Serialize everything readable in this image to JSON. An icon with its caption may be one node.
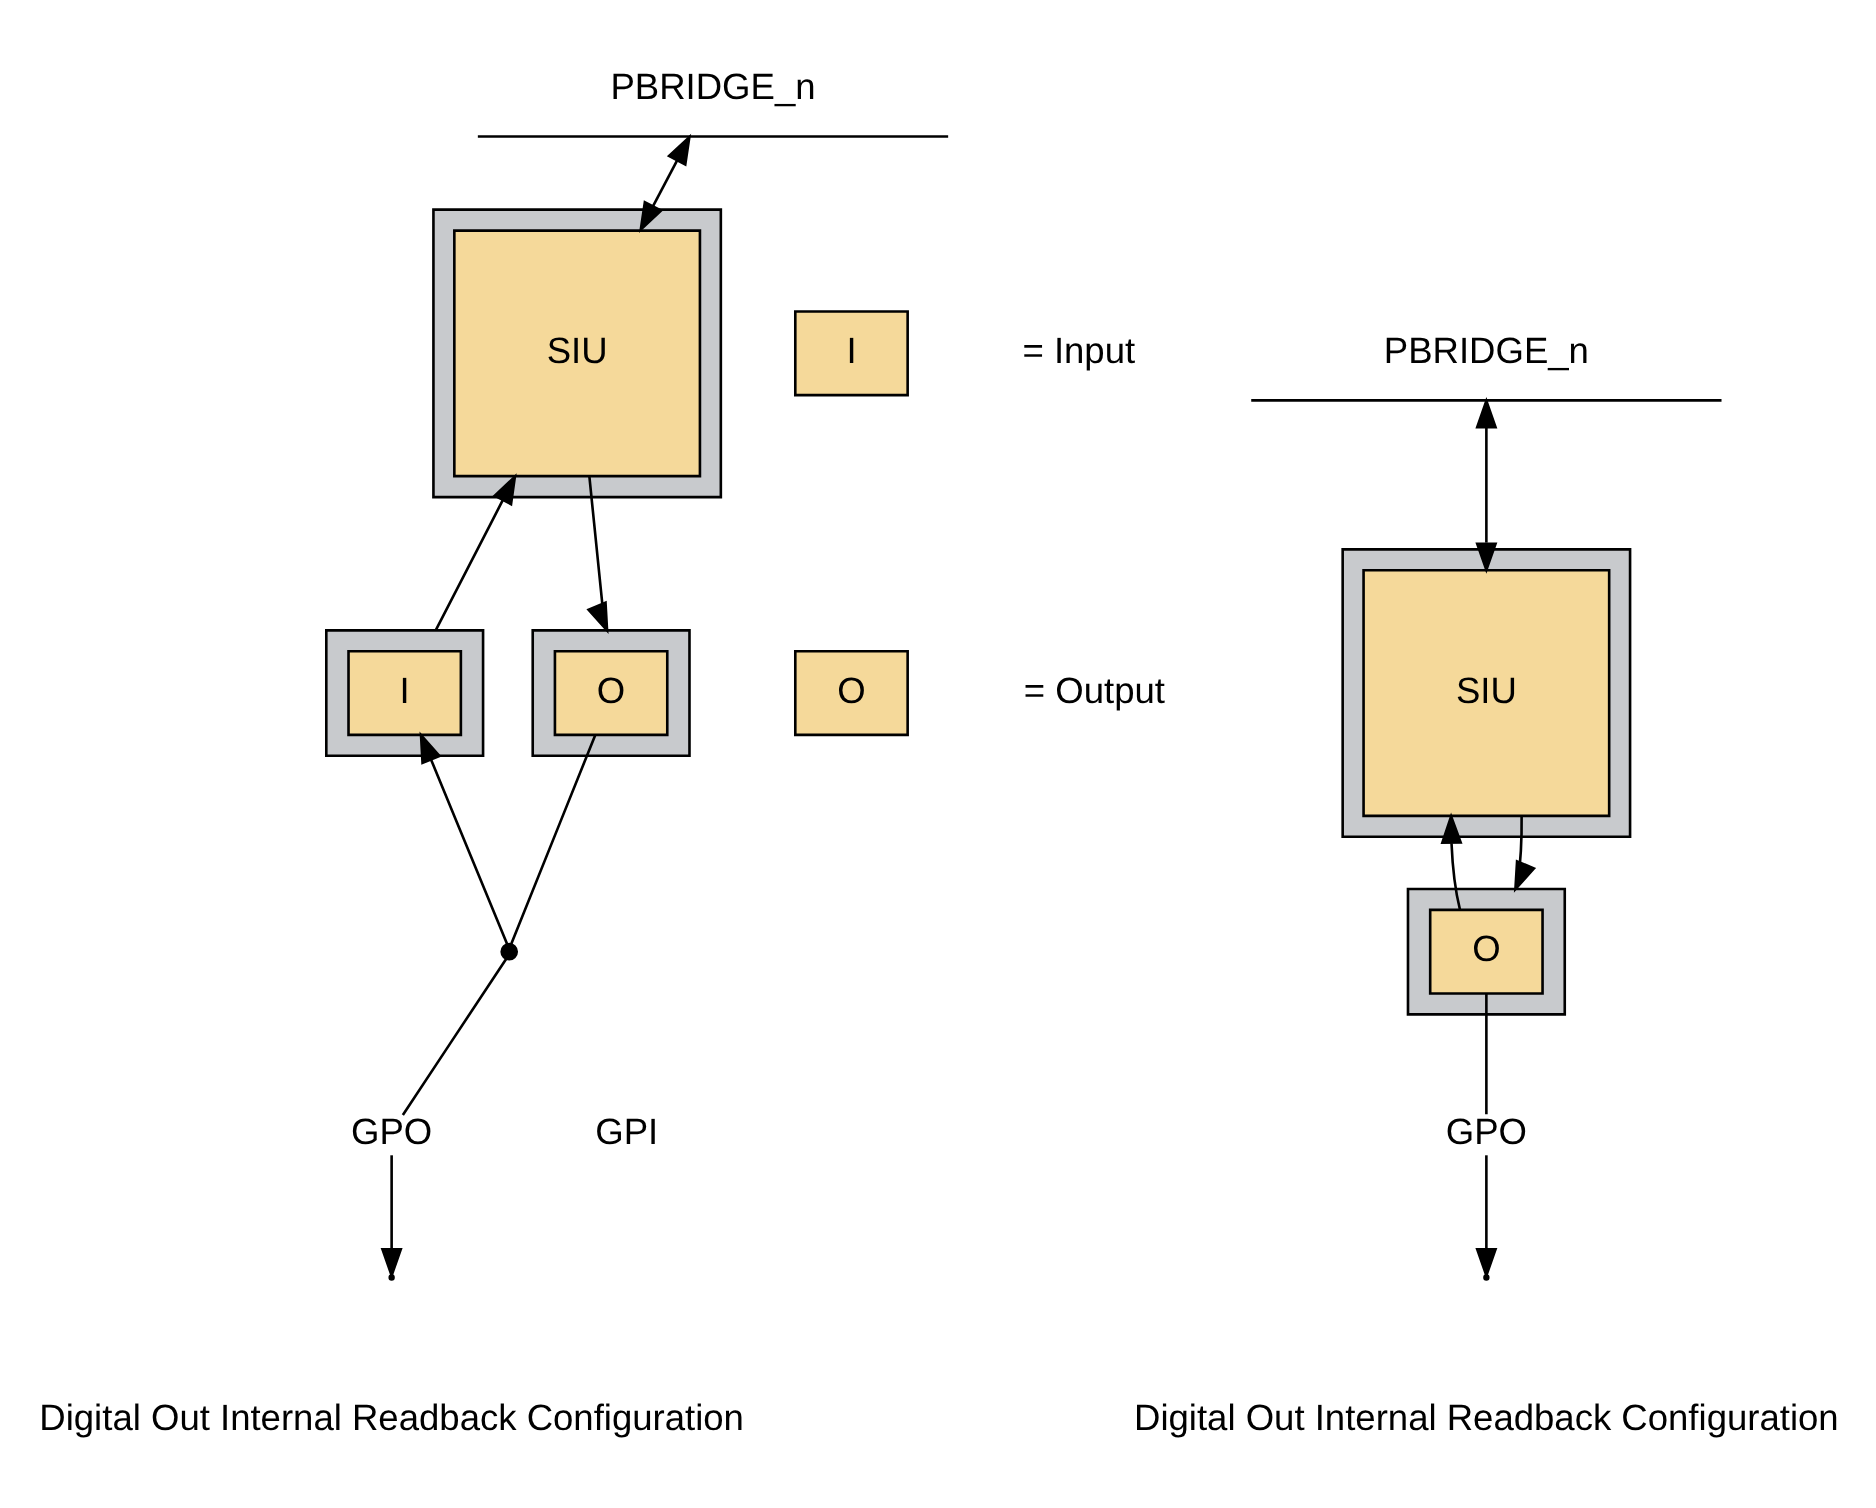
{
  "diagram": {
    "nodes": [
      {
        "text": [
          "PBRIDGE_n"
        ]
      },
      {
        "text": [],
        "shape": "box"
      },
      {
        "text": [
          "SIU"
        ],
        "in": 1
      },
      {
        "text": [],
        "shape": "box"
      },
      {
        "text": [
          "I"
        ],
        "in": 3
      },
      {
        "text": [],
        "shape": "box"
      },
      {
        "text": [
          "O"
        ],
        "in": 5
      },
      {
        "text": [],
        "shape": "circle"
      },
      {
        "text": [
          "GPO"
        ]
      },
      {
        "text": [
          "PBRIDGE_n"
        ]
      },
      {
        "text": [],
        "shape": "box"
      },
      {
        "text": [
          "SIU"
        ],
        "in": 10
      },
      {
        "text": [],
        "shape": "box"
      },
      {
        "text": [
          "O"
        ],
        "in": 12
      },
      {
        "text": [
          "GPO"
        ]
      },
      {
        "text": [
          "I"
        ]
      },
      {
        "text": [
          "O"
        ]
      }
    ],
    "edges": [
      {
        "from": 0,
        "to": 2,
        "arrow": "both"
      },
      {
        "from": 3,
        "to": 2,
        "arrow": "to"
      },
      {
        "from": 2,
        "to": 5,
        "arrow": "to"
      },
      {
        "from": 6,
        "to": 7,
        "arrow": "none"
      },
      {
        "from": 7,
        "to": 4,
        "arrow": "to"
      },
      {
        "from": 7,
        "to": 8,
        "arrow": "none"
      },
      {
        "from": 8,
        "to": null,
        "arrow": "to"
      },
      {
        "from": 9,
        "to": 11,
        "arrow": "both"
      },
      {
        "from": 13,
        "to": 11,
        "arrow": "to"
      },
      {
        "from": 11,
        "to": 12,
        "arrow": "to"
      },
      {
        "from": 13,
        "to": 14,
        "arrow": "none"
      },
      {
        "from": 14,
        "to": null,
        "arrow": "to"
      }
    ],
    "labels": [
      "= Input",
      "= Output",
      "GPI",
      "Digital Out Internal Readback Configuration",
      "Digital Out Internal Readback Configuration"
    ]
  }
}
